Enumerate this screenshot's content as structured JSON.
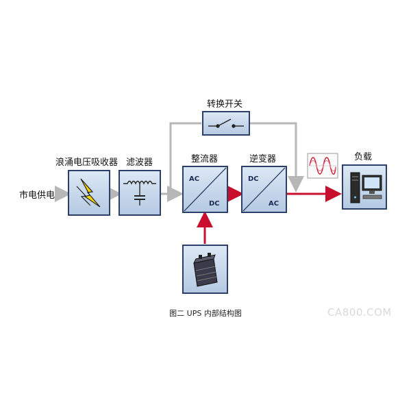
{
  "diagram": {
    "labels": {
      "mains_input": "市电供电",
      "surge_absorber": "浪涌电压吸收器",
      "filter": "滤波器",
      "rectifier": "整流器",
      "inverter": "逆变器",
      "transfer_switch": "转换开关",
      "load": "负载"
    },
    "rectifier": {
      "input_label": "AC",
      "output_label": "DC"
    },
    "inverter": {
      "input_label": "DC",
      "output_label": "AC"
    }
  },
  "caption": "图二 UPS 内部结构图",
  "watermark": "CA800.COM",
  "colors": {
    "block_fill": "#c8d9ec",
    "block_border": "#2b3f66",
    "gray_path": "#b7b7b7",
    "power_path": "#c8102e",
    "wave": "#c8102e"
  },
  "icons": {
    "surge": "lightning-icon",
    "filter": "inductor-capacitor-icon",
    "switch": "switch-icon",
    "battery": "battery-icon",
    "load": "computer-icon",
    "waveform": "sine-wave-icon"
  }
}
